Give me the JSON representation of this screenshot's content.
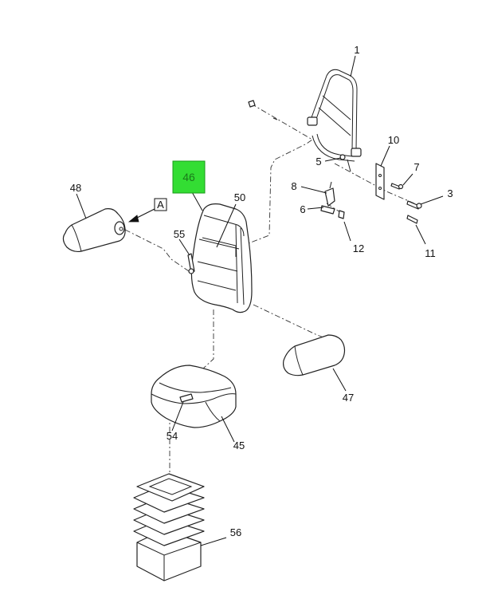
{
  "callouts": [
    {
      "id": "1",
      "label": "1"
    },
    {
      "id": "3",
      "label": "3"
    },
    {
      "id": "5",
      "label": "5"
    },
    {
      "id": "6",
      "label": "6"
    },
    {
      "id": "7",
      "label": "7"
    },
    {
      "id": "8",
      "label": "8"
    },
    {
      "id": "10",
      "label": "10"
    },
    {
      "id": "11",
      "label": "11"
    },
    {
      "id": "12",
      "label": "12"
    },
    {
      "id": "45",
      "label": "45"
    },
    {
      "id": "46",
      "label": "46"
    },
    {
      "id": "47",
      "label": "47"
    },
    {
      "id": "48",
      "label": "48"
    },
    {
      "id": "50",
      "label": "50"
    },
    {
      "id": "54",
      "label": "54"
    },
    {
      "id": "55",
      "label": "55"
    },
    {
      "id": "56",
      "label": "56"
    }
  ],
  "highlighted_callout": "46",
  "view_reference": "A",
  "colors": {
    "highlight_fill": "#33dd33",
    "highlight_text": "#1a7a1a",
    "line": "#222222"
  }
}
